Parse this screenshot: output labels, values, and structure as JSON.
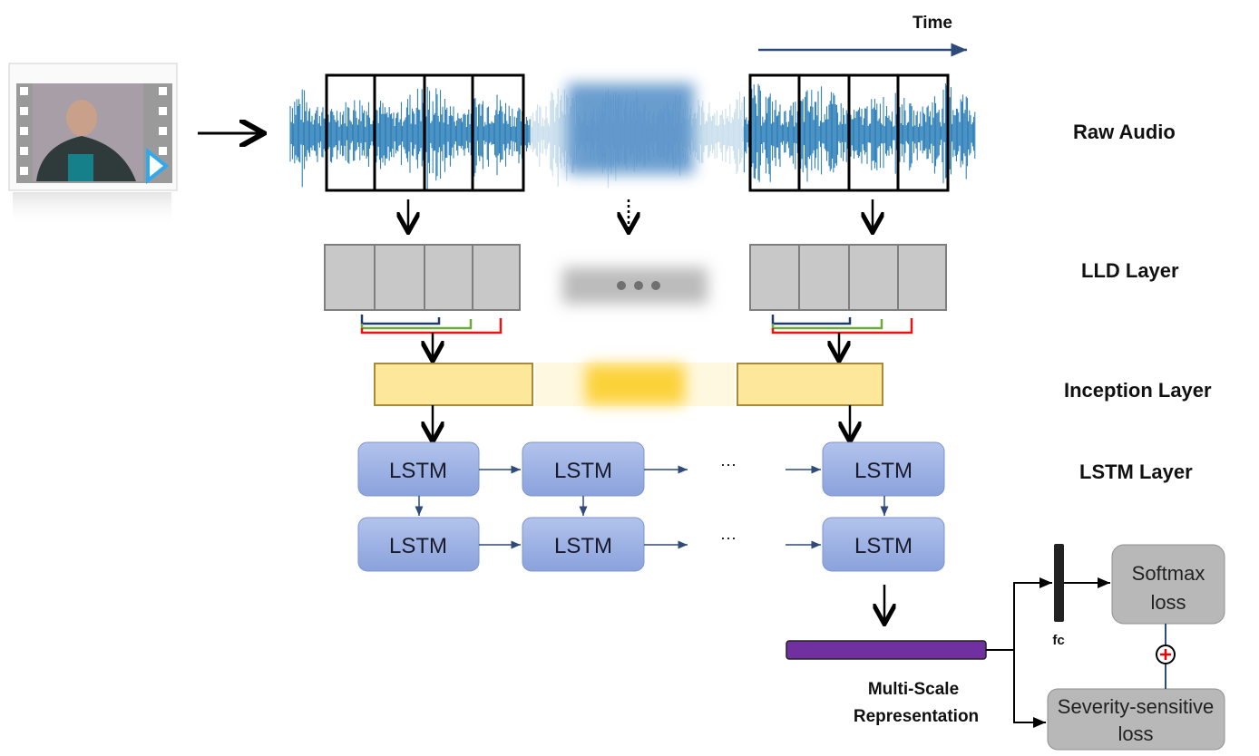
{
  "labels": {
    "time": "Time",
    "raw_audio": "Raw Audio",
    "lld_layer": "LLD Layer",
    "inception_layer": "Inception Layer",
    "lstm_layer": "LSTM Layer",
    "multi_scale_1": "Multi-Scale",
    "multi_scale_2": "Representation",
    "fc": "fc"
  },
  "lstm": {
    "label": "LSTM",
    "ellipsis": "···"
  },
  "losses": {
    "softmax_1": "Softmax",
    "softmax_2": "loss",
    "severity_1": "Severity-sensitive",
    "severity_2": "loss"
  },
  "colors": {
    "wave": "#1f77b4",
    "lld": "#c8c8c8",
    "inception": "#fde79a",
    "lstm": "#9fb3e4",
    "representation": "#7030a0",
    "loss": "#b8b8b8",
    "time_arrow": "#2e4a7a"
  }
}
